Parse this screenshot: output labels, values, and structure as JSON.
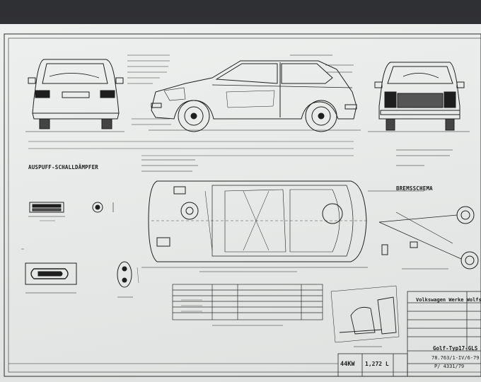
{
  "photo": {
    "subject": "Volkswagen Golf blueprint",
    "paper_color": "#e9ebea",
    "ink_color": "#1e1e1e",
    "background_color": "#36373a"
  },
  "sections": {
    "exhaust_title": "AUSPUFF-SCHALLDÄMPFER",
    "brake_title": "BREMSSCHEMA"
  },
  "title_block": {
    "company": "Volkswagen Werke Wolfsbu",
    "model": "Golf-Typ17-GLS",
    "doc_number_1": "78.763/1-IV/6-79",
    "doc_number_2": "P/ 4331/79"
  },
  "specs": {
    "power": "44KW",
    "displacement": "1,272 L"
  }
}
